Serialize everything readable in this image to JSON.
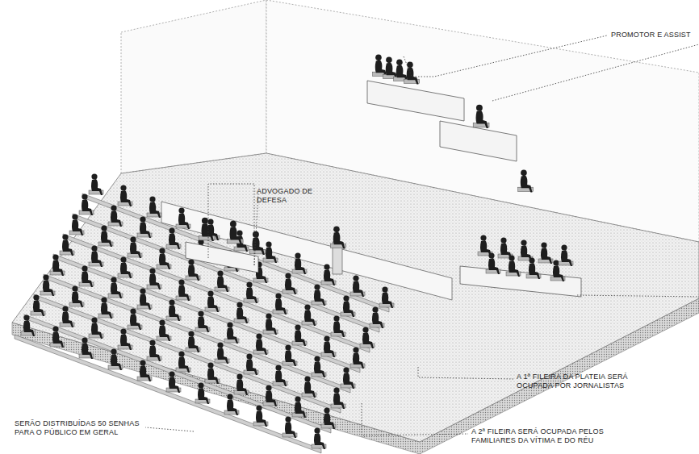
{
  "diagram": {
    "labels": [
      "PROMOTOR E ASSIST",
      "ADVOGADO DE DEFESA",
      "A 1ª FILEIRA DA PLATEIA SERÁ OCUPADA POR JORNALISTAS",
      "A 2ª FILEIRA SERÁ OCUPADA PELOS FAMILIARES DA VÍTIMA E DO RÉU",
      "SERÃO DISTRIBUÍDAS 50 SENHAS PARA O PÚBLICO EM GERAL"
    ]
  }
}
